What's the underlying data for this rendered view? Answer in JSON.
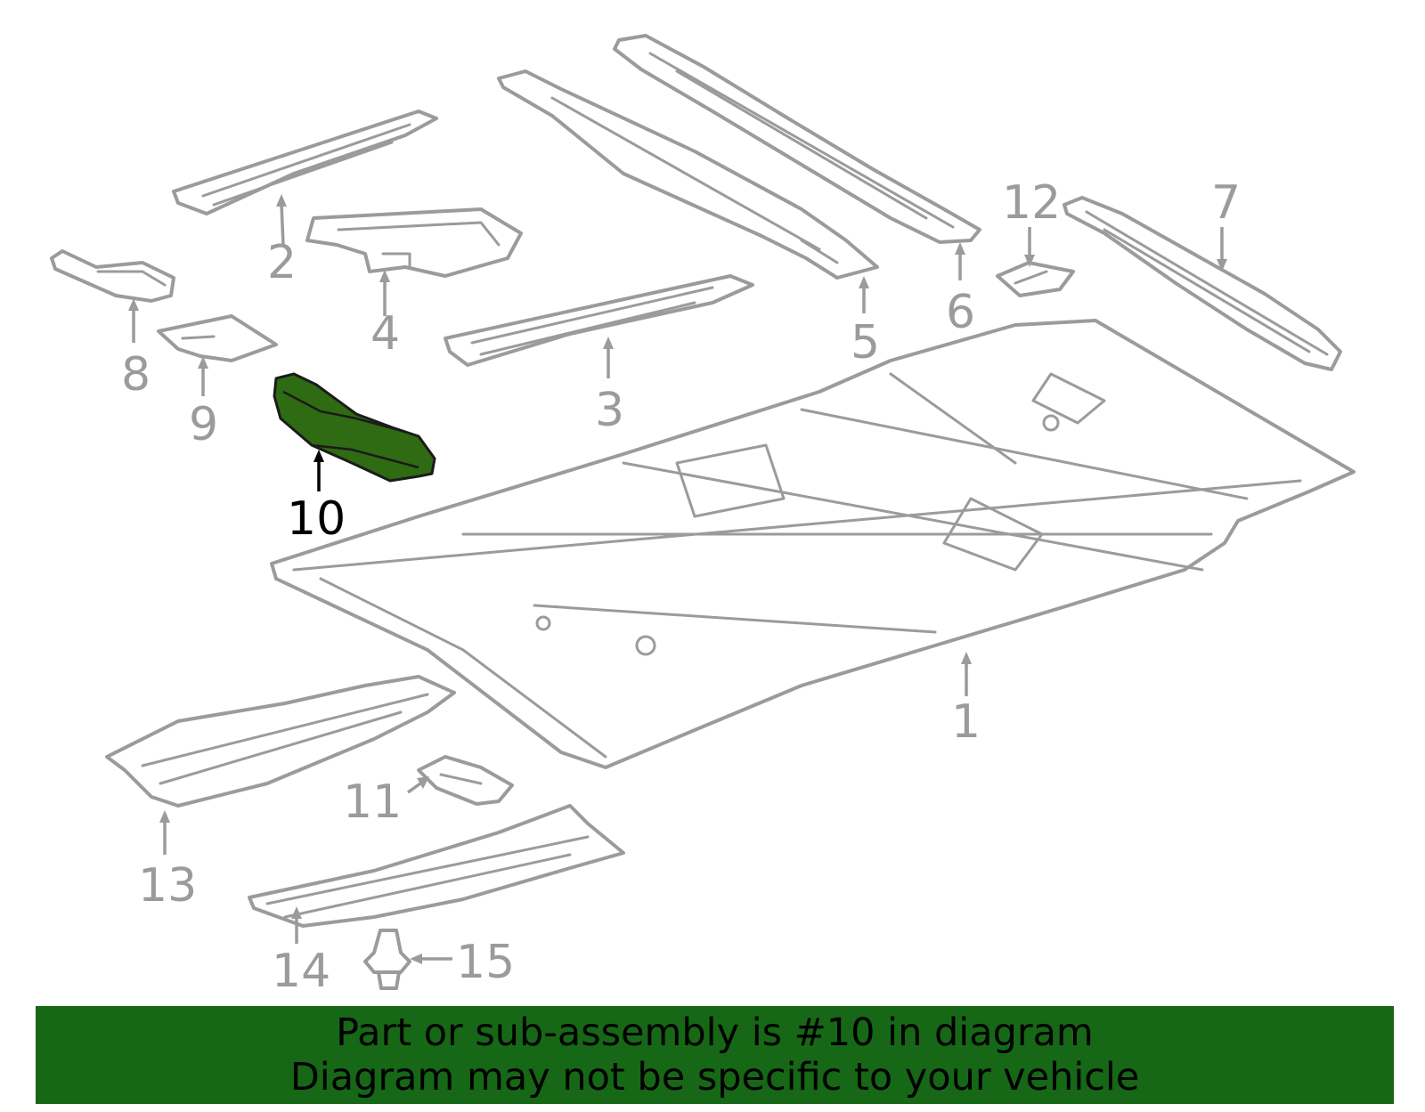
{
  "diagram": {
    "selected_part": "10",
    "callouts": [
      "1",
      "2",
      "3",
      "4",
      "5",
      "6",
      "7",
      "8",
      "9",
      "10",
      "11",
      "12",
      "13",
      "14",
      "15"
    ]
  },
  "banner": {
    "line1": "Part or sub-assembly is #10 in diagram",
    "line2": "Diagram may not be specific to your vehicle",
    "background": "#166716"
  },
  "colors": {
    "part_outline": "#9b9b9b",
    "highlight": "#2f6b12"
  }
}
